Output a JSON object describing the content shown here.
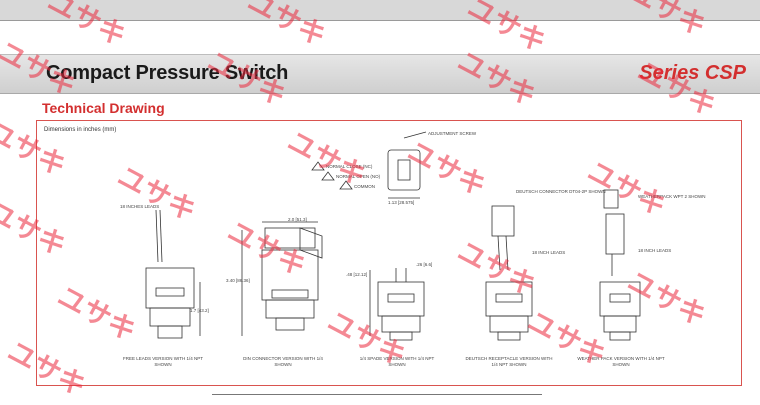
{
  "header": {
    "title": "Compact Pressure Switch",
    "series": "Series CSP"
  },
  "section_title": "Technical Drawing",
  "dimensions_note": "Dimensions in inches (mm)",
  "adjustment_label": "ADJUSTMENT SCREW",
  "wiring": {
    "nc": "NORMAL CLOSE (NC)",
    "no": "NORMAL OPEN (NO)",
    "common": "COMMON"
  },
  "dims": {
    "width_top": "1.13 [28.575]",
    "dim_a": "2.0 [51.3]",
    "dim_b": "3.40 [86.36]",
    "dim_c": "1.7 [43.2]",
    "dim_d": ".48 [12.12]",
    "dim_e": ".26 [6.6]"
  },
  "labels": {
    "leads_1": "18 INCHES LEADS",
    "deutsch_connector": "DEUTSCH CONNECTOR DT04-2P SHOWN",
    "leads_2": "18 INCH LEADS",
    "weatherpack": "WEATHERPACK WPT 2 SHOWN",
    "leads_3": "18 INCH LEADS"
  },
  "captions": [
    "FREE LEADS VERSION WITH 1/4 NPT SHOWN",
    "DIN CONNECTOR VERSION WITH 1/4 SHOWN",
    "1/4 SPADE VERSION WITH 1/4 NPT SHOWN",
    "DEUTSCH RECEPTACLE VERSION WITH 1/4 NPT SHOWN",
    "WEATHER PACK VERSION WITH 1/4 NPT SHOWN"
  ],
  "watermark": "ユサキ"
}
